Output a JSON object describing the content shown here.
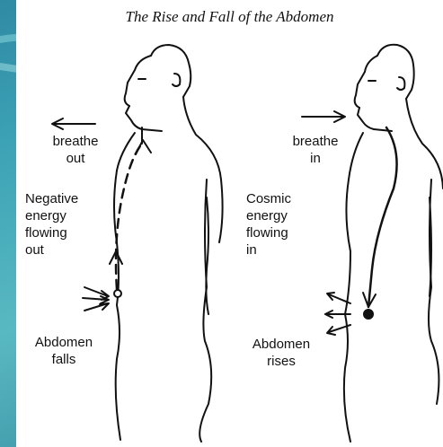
{
  "title": "The Rise and Fall of the Abdomen",
  "left": {
    "breathe_1": "breathe",
    "breathe_2": "out",
    "flow_1": "Negative",
    "flow_2": "energy",
    "flow_3": "flowing",
    "flow_4": "out",
    "abdomen_1": "Abdomen",
    "abdomen_2": "falls"
  },
  "right": {
    "breathe_1": "breathe",
    "breathe_2": "in",
    "flow_1": "Cosmic",
    "flow_2": "energy",
    "flow_3": "flowing",
    "flow_4": "in",
    "abdomen_1": "Abdomen",
    "abdomen_2": "rises"
  },
  "colors": {
    "background": "#3da3b6",
    "line": "#111111",
    "panel": "#ffffff"
  }
}
